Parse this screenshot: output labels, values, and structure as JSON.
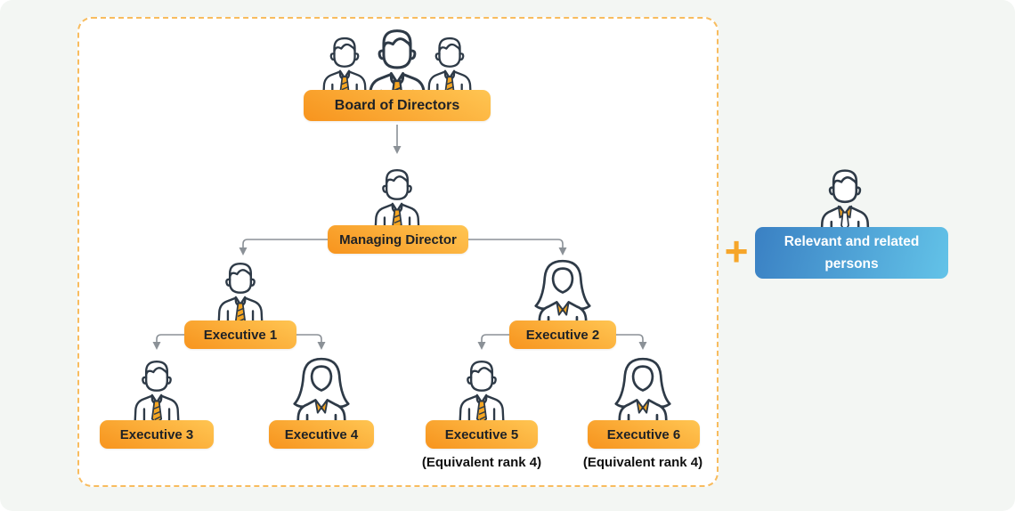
{
  "canvas": {
    "outer_bg": "#F3F6F3",
    "panel_bg": "#FFFFFF",
    "dashed_border_color": "#F8BC5E",
    "connector_color": "#8B9197",
    "orange_gradient": [
      "#F7941E",
      "#FFC552"
    ],
    "blue_gradient": [
      "#3A80C3",
      "#63C3E8"
    ],
    "tie_accent_color": "#F5A623",
    "plus_color": "#F6A62A"
  },
  "org_chart": {
    "nodes": {
      "board": {
        "label": "Board of Directors",
        "icon": "three-businessmen"
      },
      "managing_director": {
        "label": "Managing Director",
        "icon": "businessman"
      },
      "exec1": {
        "label": "Executive 1",
        "icon": "businessman"
      },
      "exec2": {
        "label": "Executive 2",
        "icon": "businesswoman"
      },
      "exec3": {
        "label": "Executive 3",
        "icon": "businessman"
      },
      "exec4": {
        "label": "Executive 4",
        "icon": "businesswoman"
      },
      "exec5": {
        "label": "Executive 5",
        "icon": "businessman",
        "note": "(Equivalent rank 4)"
      },
      "exec6": {
        "label": "Executive 6",
        "icon": "businesswoman",
        "note": "(Equivalent rank 4)"
      }
    }
  },
  "annex": {
    "plus_symbol": "+",
    "label": "Relevant and related persons",
    "icon": "businessman-orange-collar"
  }
}
